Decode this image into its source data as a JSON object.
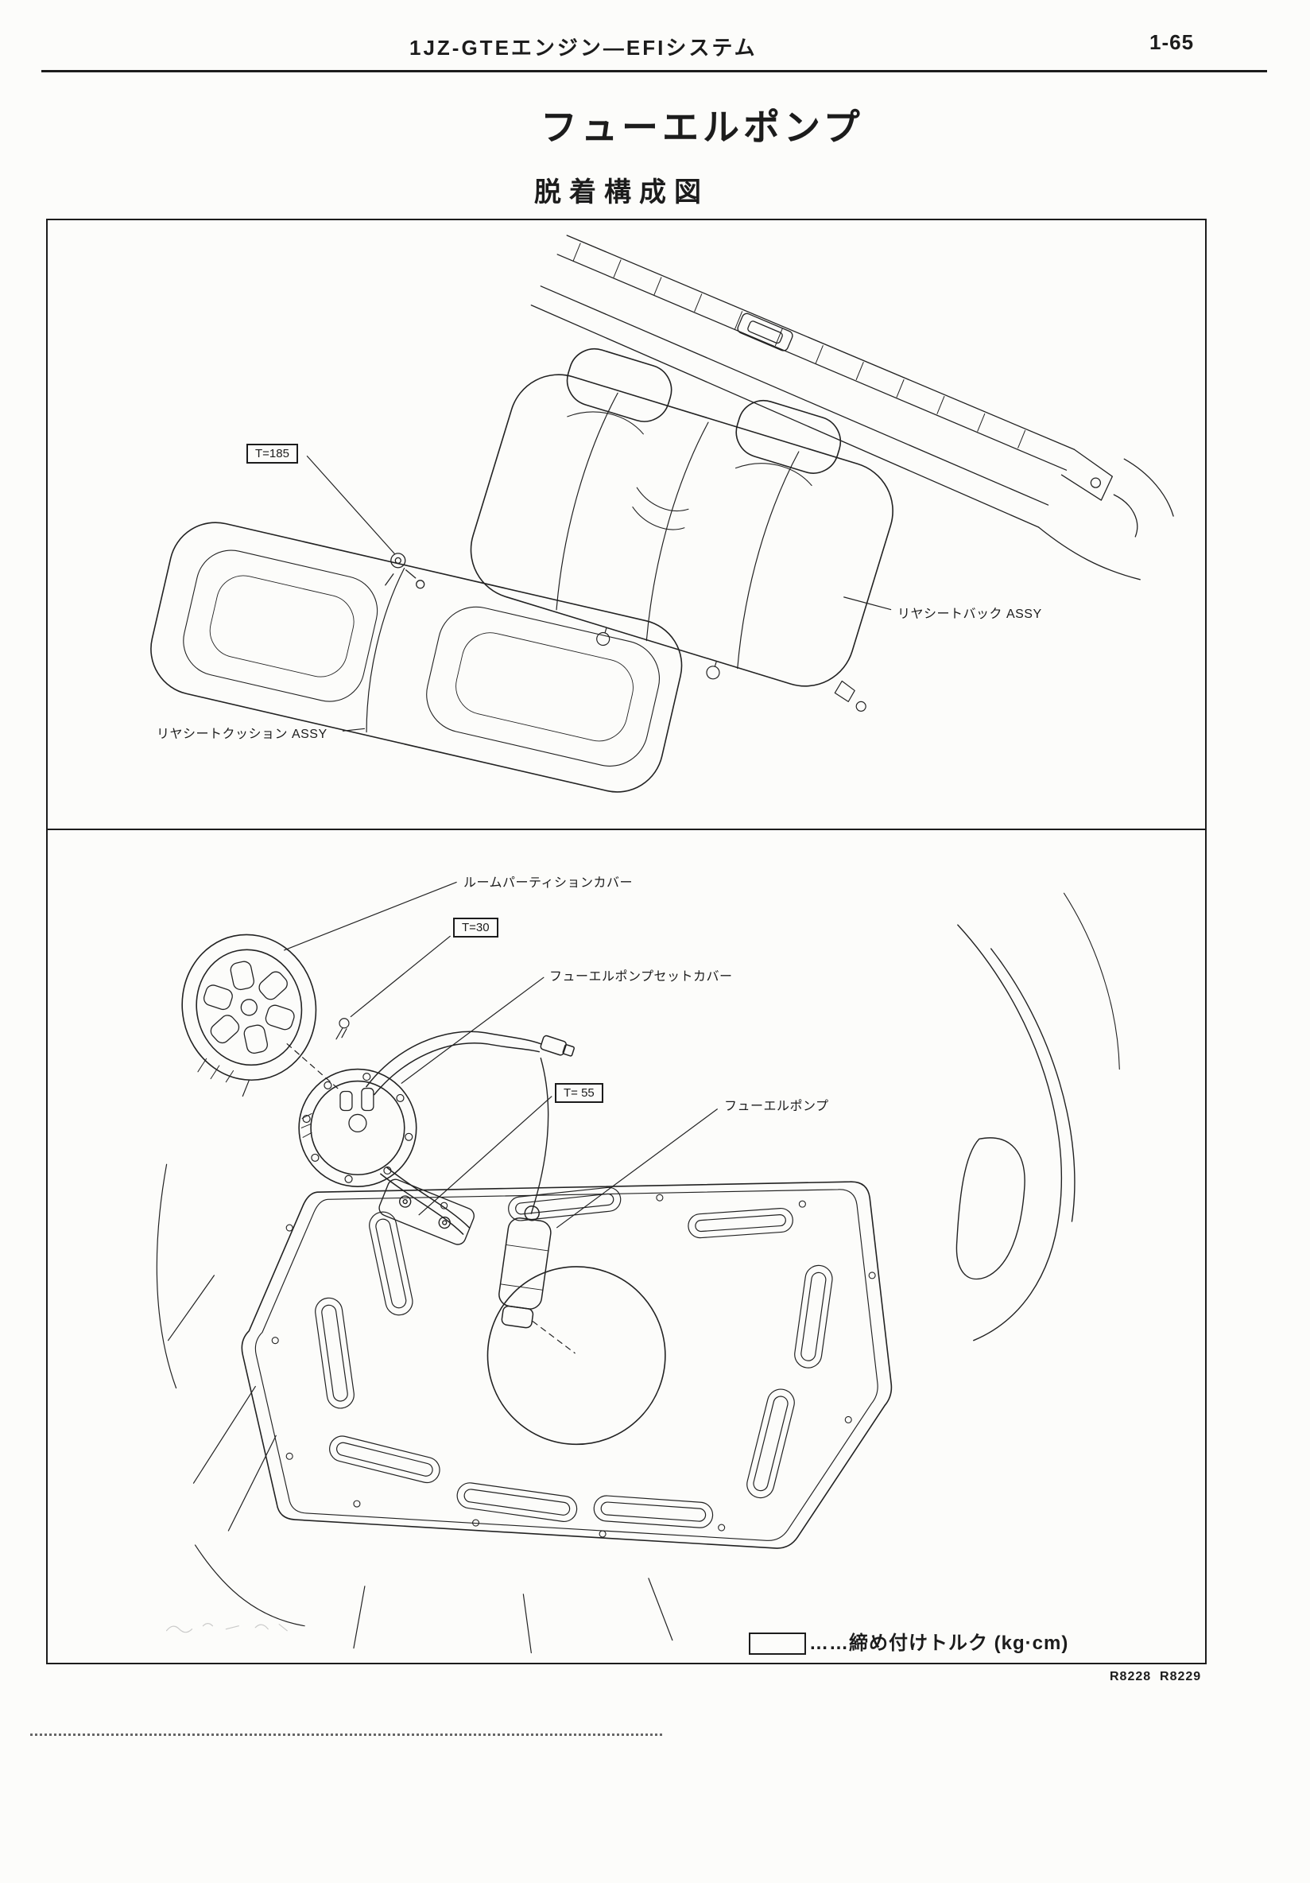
{
  "colors": {
    "ink": "#1c1c1c",
    "paper": "#fcfcfa"
  },
  "header": {
    "title": "1JZ-GTEエンジン—EFIシステム",
    "page_number": "1-65"
  },
  "doc": {
    "title": "フューエルポンプ",
    "subtitle": "脱着構成図"
  },
  "figure": {
    "upper": {
      "torque_seat_hinge": "T=185",
      "seat_back_label": "リヤシートバック ASSY",
      "seat_cushion_label": "リヤシートクッション ASSY"
    },
    "lower": {
      "partition_cover_label": "ルームパーティションカバー",
      "torque_partition": "T=30",
      "pump_set_cover_label": "フューエルポンプセットカバー",
      "torque_pump_set": "T= 55",
      "fuel_pump_label": "フューエルポンプ",
      "legend_text": "……締め付けトルク (kg·cm)"
    },
    "ref_numbers": "R8228  R8229"
  }
}
